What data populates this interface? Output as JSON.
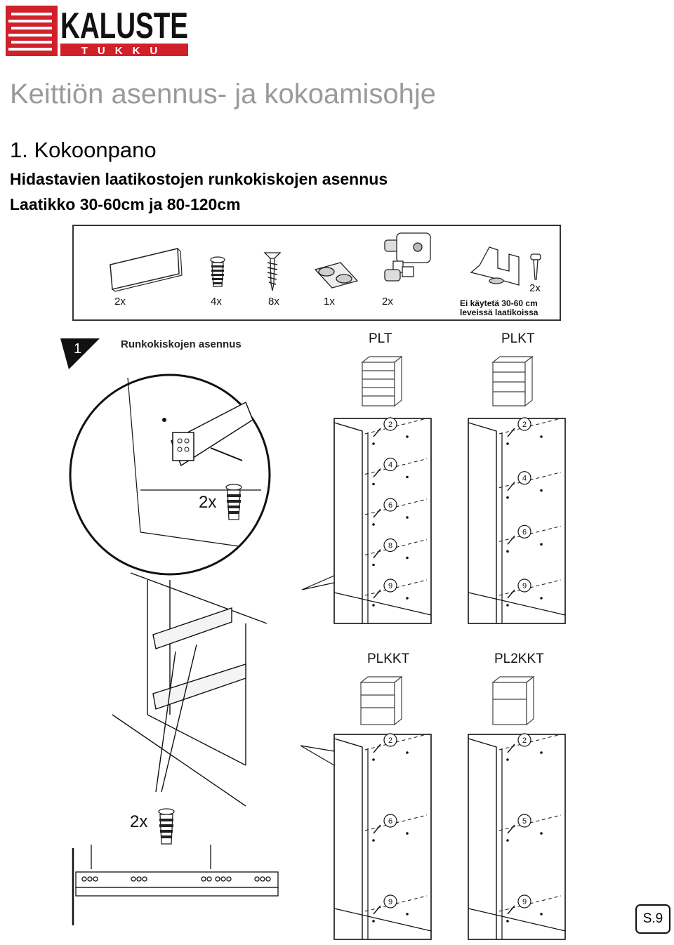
{
  "logo": {
    "brand": "KALUSTE",
    "sub": "TUKKU",
    "colors": {
      "red": "#d0202a",
      "dark": "#111111"
    }
  },
  "title": "Keittiön asennus- ja kokoamisohje",
  "section": "1. Kokoonpano",
  "subtitle1": "Hidastavien laatikostojen runkokiskojen asennus",
  "subtitle2": "Laatikko 30-60cm ja 80-120cm",
  "parts": [
    {
      "icon": "panel-board-icon",
      "qty": "2x"
    },
    {
      "icon": "euro-screw-icon",
      "qty": "4x"
    },
    {
      "icon": "wood-screw-icon",
      "qty": "8x"
    },
    {
      "icon": "felt-pads-icon",
      "qty": "1x"
    },
    {
      "icon": "rail-bracket-icon",
      "qty": "2x"
    },
    {
      "icon": "angle-bracket-icon",
      "qty": "2x"
    }
  ],
  "parts_note1": "Ei käytetä 30-60 cm",
  "parts_note2": "leveissä laatikoissa",
  "step": {
    "number": "1",
    "title": "Runkokiskojen asennus",
    "zoom_qty": "2x",
    "rail_qty": "2x"
  },
  "variants": [
    {
      "name": "PLT",
      "drawers": 5,
      "marks": [
        "2",
        "4",
        "6",
        "8",
        "9"
      ]
    },
    {
      "name": "PLKT",
      "drawers": 4,
      "marks": [
        "2",
        "4",
        "6",
        "9"
      ]
    },
    {
      "name": "PLKKT",
      "drawers": 3,
      "marks": [
        "2",
        "6",
        "9"
      ]
    },
    {
      "name": "PL2KKT",
      "drawers": 2,
      "marks": [
        "2",
        "5",
        "9"
      ]
    }
  ],
  "page_label": "S.9"
}
